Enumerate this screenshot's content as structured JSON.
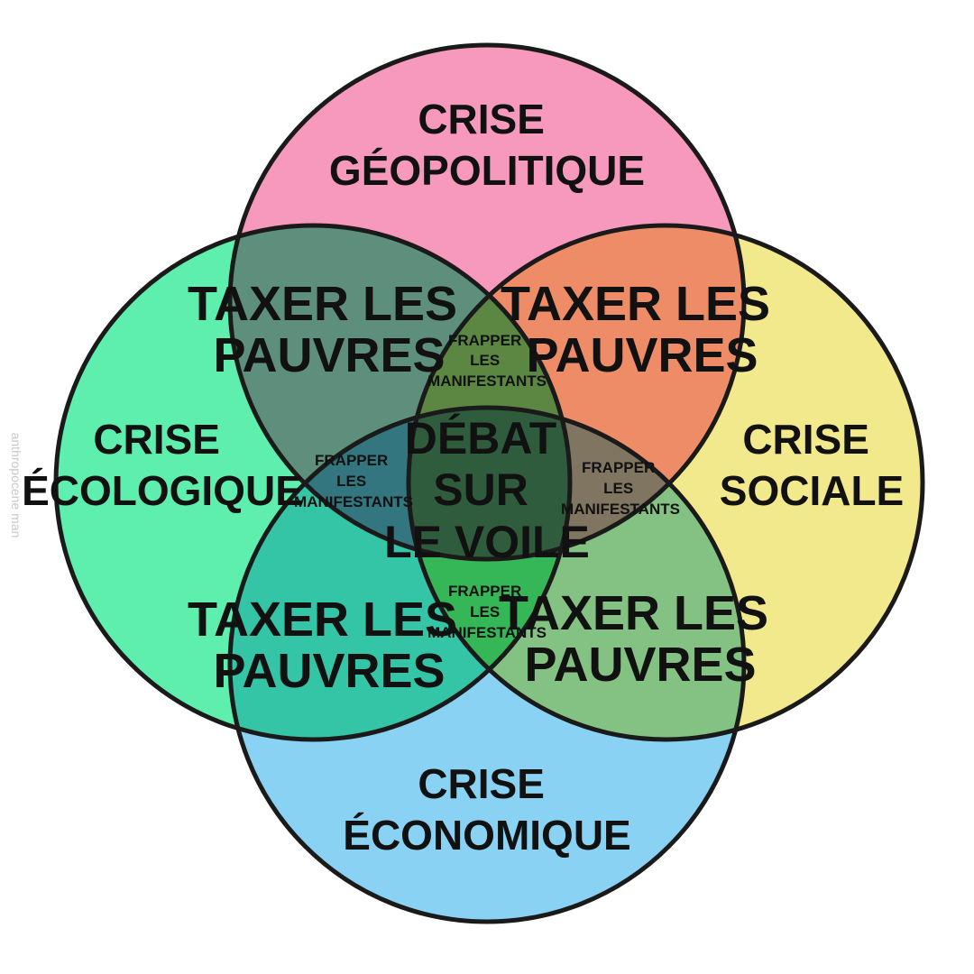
{
  "circles": {
    "top": {
      "label": [
        "CRISE",
        "GÉOPOLITIQUE"
      ],
      "color": "#f799bd"
    },
    "left": {
      "label": [
        "CRISE",
        "ÉCOLOGIQUE"
      ],
      "color": "#5eeeae"
    },
    "right": {
      "label": [
        "CRISE",
        "SOCIALE"
      ],
      "color": "#f2e98c"
    },
    "bottom": {
      "label": [
        "CRISE",
        "ÉCONOMIQUE"
      ],
      "color": "#8ad2f3"
    }
  },
  "pairwise": {
    "top_left": {
      "label": [
        "TAXER LES",
        "PAUVRES"
      ],
      "color": "#5d8f7c"
    },
    "top_right": {
      "label": [
        "TAXER LES",
        "PAUVRES"
      ],
      "color": "#ee8c68"
    },
    "bottom_left": {
      "label": [
        "TAXER LES",
        "PAUVRES"
      ],
      "color": "#33c5a5"
    },
    "bottom_right": {
      "label": [
        "TAXER LES",
        "PAUVRES"
      ],
      "color": "#84c283"
    }
  },
  "triple": {
    "upper": {
      "label": [
        "FRAPPER",
        "LES",
        "MANIFESTANTS"
      ],
      "color": "#5b8743"
    },
    "left": {
      "label": [
        "FRAPPER",
        "LES",
        "MANIFESTANTS"
      ],
      "color": "#33767f"
    },
    "right": {
      "label": [
        "FRAPPER",
        "LES",
        "MANIFESTANTS"
      ],
      "color": "#7f7560"
    },
    "lower": {
      "label": [
        "FRAPPER",
        "LES",
        "MANIFESTANTS"
      ],
      "color": "#35b757"
    }
  },
  "center": {
    "label": [
      "DÉBAT",
      "SUR",
      "LE VOILE"
    ],
    "color": "#2e5c3d"
  },
  "outline_color": "#1a1a1a",
  "watermark": "anthropocene man"
}
